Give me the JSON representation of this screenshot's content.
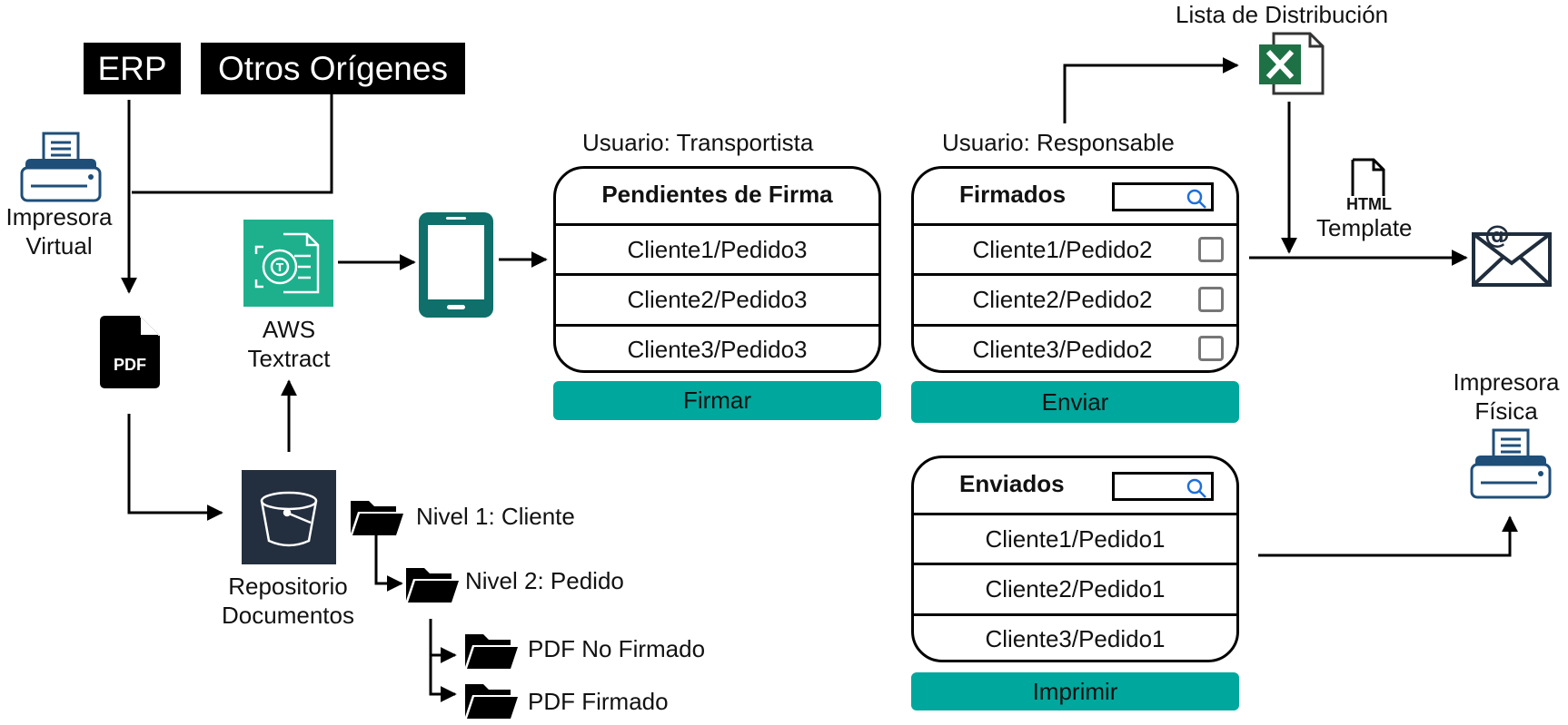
{
  "sources": {
    "erp": "ERP",
    "otros": "Otros Orígenes"
  },
  "impresora_virtual": {
    "line1": "Impresora",
    "line2": "Virtual"
  },
  "pdf_icon_text": "PDF",
  "aws": {
    "line1": "AWS",
    "line2": "Textract"
  },
  "repositorio": {
    "line1": "Repositorio",
    "line2": "Documentos"
  },
  "folders": {
    "nivel1": "Nivel 1: Cliente",
    "nivel2": "Nivel 2: Pedido",
    "no_firmado": "PDF No Firmado",
    "firmado": "PDF Firmado"
  },
  "transportista": {
    "user_label": "Usuario: Transportista",
    "title": "Pendientes de Firma",
    "rows": [
      "Cliente1/Pedido3",
      "Cliente2/Pedido3",
      "Cliente3/Pedido3"
    ],
    "button": "Firmar"
  },
  "responsable": {
    "user_label": "Usuario: Responsable",
    "firmados": {
      "title": "Firmados",
      "rows": [
        "Cliente1/Pedido2",
        "Cliente2/Pedido2",
        "Cliente3/Pedido2"
      ],
      "button": "Enviar"
    },
    "enviados": {
      "title": "Enviados",
      "rows": [
        "Cliente1/Pedido1",
        "Cliente2/Pedido1",
        "Cliente3/Pedido1"
      ],
      "button": "Imprimir"
    }
  },
  "lista_distribucion": "Lista de Distribución",
  "html_template": {
    "icon_text": "HTML",
    "label": "Template"
  },
  "impresora_fisica": {
    "line1": "Impresora",
    "line2": "Física"
  },
  "colors": {
    "teal": "#00A79D",
    "aws_green": "#1EB08C",
    "dark_teal": "#0F6F6A",
    "navy": "#1F2D3D",
    "excel_green": "#1E7145"
  }
}
